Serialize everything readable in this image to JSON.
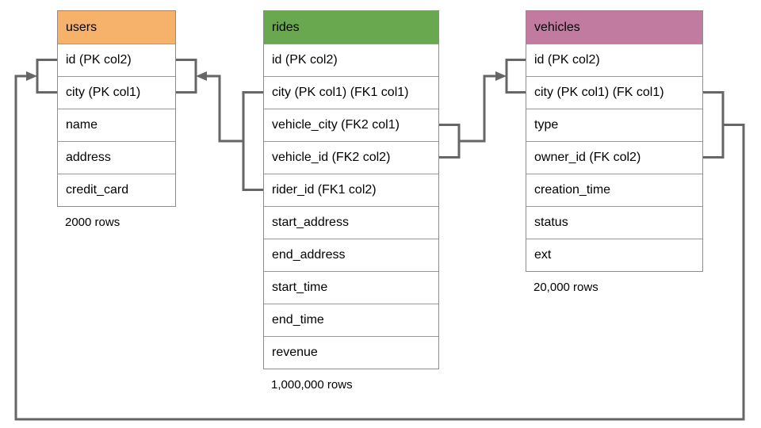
{
  "colors": {
    "connector": "#666666",
    "table_border": "#8c8c8c",
    "row_border": "#999999",
    "users_header": "#F6B26B",
    "rides_header": "#6AA84F",
    "vehicles_header": "#C27BA0"
  },
  "tables": [
    {
      "name": "users",
      "header_color": "#F6B26B",
      "rows": [
        "id (PK col2)",
        "city (PK col1)",
        "name",
        "address",
        "credit_card"
      ],
      "row_count_label": "2000 rows"
    },
    {
      "name": "rides",
      "header_color": "#6AA84F",
      "rows": [
        "id (PK col2)",
        "city (PK col1) (FK1 col1)",
        "vehicle_city (FK2 col1)",
        "vehicle_id (FK2 col2)",
        "rider_id (FK1 col2)",
        "start_address",
        "end_address",
        "start_time",
        "end_time",
        "revenue"
      ],
      "row_count_label": "1,000,000 rows"
    },
    {
      "name": "vehicles",
      "header_color": "#C27BA0",
      "rows": [
        "id (PK col2)",
        "city (PK col1) (FK col1)",
        "type",
        "owner_id (FK col2)",
        "creation_time",
        "status",
        "ext"
      ],
      "row_count_label": "20,000 rows"
    }
  ],
  "relationships": [
    {
      "from_table": "rides",
      "from_columns": [
        "city (PK col1) (FK1 col1)",
        "rider_id (FK1 col2)"
      ],
      "to_table": "users",
      "to_columns": [
        "id (PK col2)",
        "city (PK col1)"
      ]
    },
    {
      "from_table": "rides",
      "from_columns": [
        "vehicle_city (FK2 col1)",
        "vehicle_id (FK2 col2)"
      ],
      "to_table": "vehicles",
      "to_columns": [
        "id (PK col2)",
        "city (PK col1) (FK col1)"
      ]
    },
    {
      "from_table": "vehicles",
      "from_columns": [
        "city (PK col1) (FK col1)",
        "owner_id (FK col2)"
      ],
      "to_table": "users",
      "to_columns": [
        "id (PK col2)",
        "city (PK col1)"
      ]
    }
  ]
}
